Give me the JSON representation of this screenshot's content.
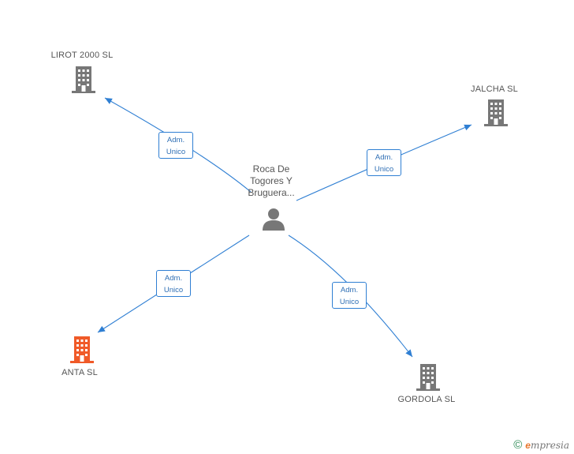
{
  "center_node": {
    "name": "Roca De\nTogores Y\nBruguera...",
    "icon": "person-icon"
  },
  "nodes": [
    {
      "id": "lirot",
      "label": "LIROT 2000 SL",
      "icon": "building-icon",
      "color": "#777777"
    },
    {
      "id": "jalcha",
      "label": "JALCHA SL",
      "icon": "building-icon",
      "color": "#777777"
    },
    {
      "id": "anta",
      "label": "ANTA SL",
      "icon": "building-icon",
      "color": "#f05a28"
    },
    {
      "id": "gordola",
      "label": "GORDOLA SL",
      "icon": "building-icon",
      "color": "#777777"
    }
  ],
  "edges": [
    {
      "to": "lirot",
      "line1": "Adm.",
      "line2": "Unico"
    },
    {
      "to": "jalcha",
      "line1": "Adm.",
      "line2": "Unico"
    },
    {
      "to": "anta",
      "line1": "Adm.",
      "line2": "Unico"
    },
    {
      "to": "gordola",
      "line1": "Adm.",
      "line2": "Unico"
    }
  ],
  "colors": {
    "edge": "#2f7fd3",
    "text": "#555555",
    "accent": "#f05a28"
  },
  "footer": {
    "copyright": "©",
    "brand_e": "e",
    "brand_rest": "mpresia"
  }
}
